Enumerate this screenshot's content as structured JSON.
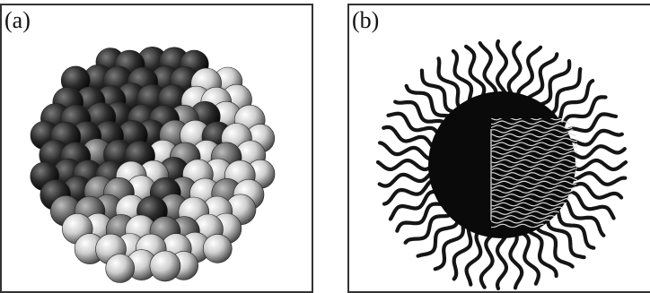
{
  "figure": {
    "panel_a": {
      "label": "(a)",
      "illustration": "spherical-nanoparticle-cluster"
    },
    "panel_b": {
      "label": "(b)",
      "illustration": "ligand-capped-nanoparticle"
    }
  },
  "colors": {
    "border": "#333333",
    "sphere_light": "#f2f2f2",
    "sphere_dark": "#111111",
    "core": "#0a0a0a",
    "ligand": "#151515"
  }
}
